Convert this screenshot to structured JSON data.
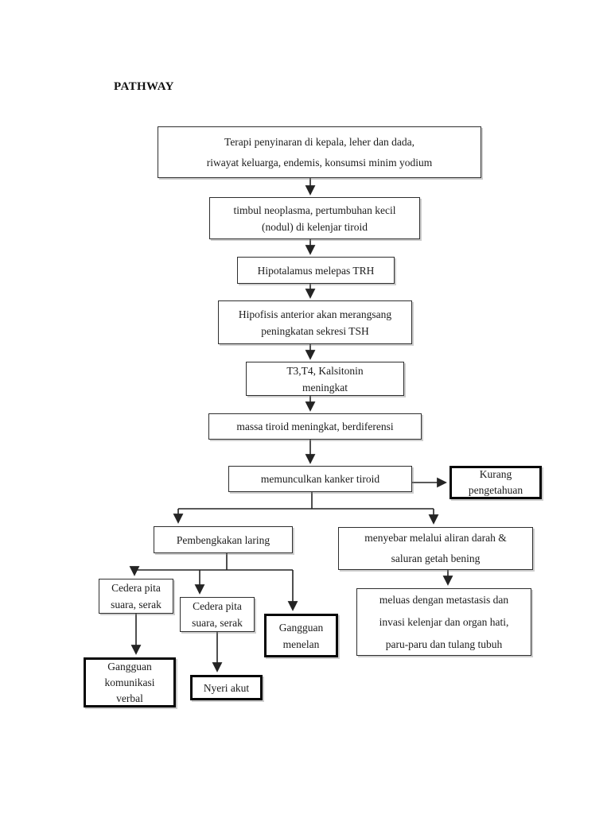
{
  "page": {
    "title": "PATHWAY"
  },
  "colors": {
    "background": "#ffffff",
    "text": "#1b1b1b",
    "box_border_thin": "#2e2e2e",
    "box_border_thick": "#060606",
    "arrow": "#242424"
  },
  "nodes": {
    "terapi": {
      "line1": "Terapi penyinaran di kepala, leher dan dada,",
      "line2": "riwayat keluarga, endemis, konsumsi minim yodium"
    },
    "timbul": {
      "line1": "timbul neoplasma, pertumbuhan kecil",
      "line2": "(nodul) di kelenjar tiroid"
    },
    "hipotalamus": {
      "line1": "Hipotalamus melepas TRH"
    },
    "hipofisis": {
      "line1": "Hipofisis anterior akan merangsang",
      "line2": "peningkatan sekresi TSH"
    },
    "t3t4": {
      "line1": "T3,T4, Kalsitonin",
      "line2": "meningkat"
    },
    "massa": {
      "line1": "massa tiroid meningkat, berdiferensi"
    },
    "memunculkan": {
      "line1": "memunculkan kanker tiroid"
    },
    "kurang": {
      "line1": "Kurang",
      "line2": "pengetahuan"
    },
    "pembengkakan": {
      "line1": "Pembengkakan laring"
    },
    "menyebar": {
      "line1": "menyebar melalui aliran darah &",
      "line2": "saluran getah bening"
    },
    "cedera1": {
      "line1": "Cedera pita",
      "line2": "suara, serak"
    },
    "cedera2": {
      "line1": "Cedera pita",
      "line2": "suara, serak"
    },
    "gangguan_menelan": {
      "line1": "Gangguan",
      "line2": "menelan"
    },
    "meluas": {
      "line1": "meluas dengan metastasis dan",
      "line2": "invasi kelenjar dan organ hati,",
      "line3": "paru-paru dan tulang tubuh"
    },
    "gangguan_komunikasi": {
      "line1": "Gangguan",
      "line2": "komunikasi",
      "line3": "verbal"
    },
    "nyeri": {
      "line1": "Nyeri akut"
    }
  },
  "edges": [
    {
      "from": "terapi",
      "to": "timbul"
    },
    {
      "from": "timbul",
      "to": "hipotalamus"
    },
    {
      "from": "hipotalamus",
      "to": "hipofisis"
    },
    {
      "from": "hipofisis",
      "to": "t3t4"
    },
    {
      "from": "t3t4",
      "to": "massa"
    },
    {
      "from": "massa",
      "to": "memunculkan"
    },
    {
      "from": "memunculkan",
      "to": "kurang"
    },
    {
      "from": "memunculkan",
      "to": "pembengkakan"
    },
    {
      "from": "memunculkan",
      "to": "menyebar"
    },
    {
      "from": "pembengkakan",
      "to": "cedera1"
    },
    {
      "from": "pembengkakan",
      "to": "cedera2"
    },
    {
      "from": "pembengkakan",
      "to": "gangguan_menelan"
    },
    {
      "from": "cedera1",
      "to": "gangguan_komunikasi"
    },
    {
      "from": "cedera2",
      "to": "nyeri"
    },
    {
      "from": "menyebar",
      "to": "meluas"
    }
  ]
}
